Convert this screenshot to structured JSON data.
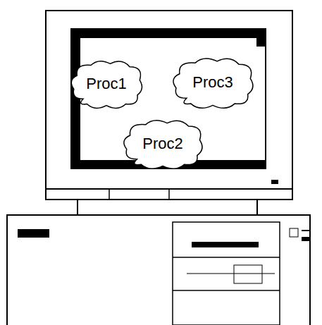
{
  "diagram": {
    "nodes": [
      {
        "text": [
          "Proc1"
        ]
      },
      {
        "text": [
          "Proc3"
        ]
      },
      {
        "text": [
          "Proc2"
        ]
      }
    ]
  }
}
